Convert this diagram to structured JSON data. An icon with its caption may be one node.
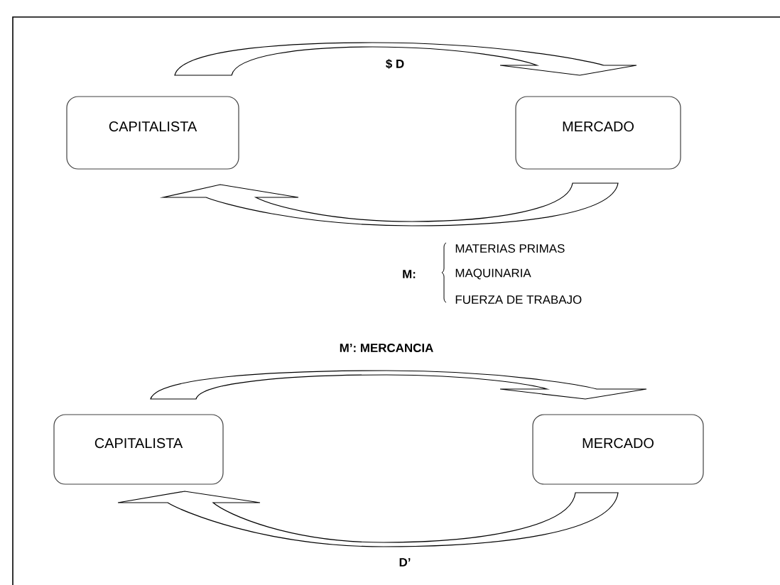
{
  "diagram": {
    "nodes": [
      {
        "text": [
          "CAPITALISTA"
        ]
      },
      {
        "text": [
          "MERCADO"
        ]
      },
      {
        "text": [
          "CAPITALISTA"
        ]
      },
      {
        "text": [
          "MERCADO"
        ]
      }
    ],
    "edges": [
      {
        "from": 0,
        "to": 1,
        "arrow": "to",
        "label": "$ D"
      },
      {
        "from": 1,
        "to": 0,
        "arrow": "to"
      },
      {
        "from": 2,
        "to": 3,
        "arrow": "to",
        "label": "M’: MERCANCIA"
      },
      {
        "from": 3,
        "to": 2,
        "arrow": "to",
        "label": "D’"
      }
    ],
    "labels": [
      "M:",
      "MATERIAS PRIMAS",
      "MAQUINARIA",
      "FUERZA DE TRABAJO"
    ]
  }
}
